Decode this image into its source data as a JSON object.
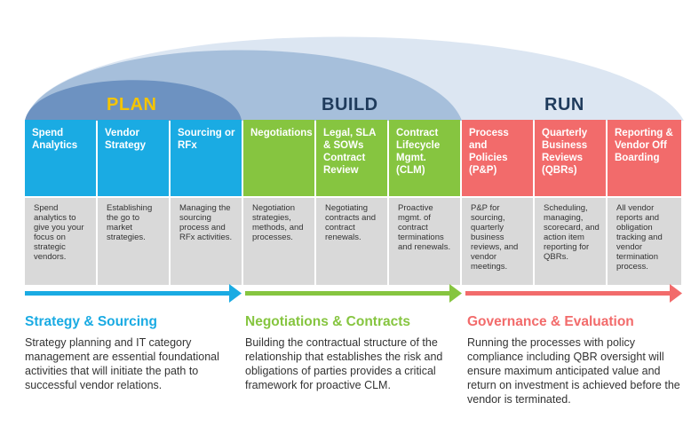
{
  "colors": {
    "blue": "#1aabe3",
    "green": "#86c540",
    "red": "#f26b6b",
    "navy": "#1f3b5c",
    "plan_yellow": "#f5c400",
    "arc_light": "#dce6f2",
    "arc_mid": "#a6bfdb",
    "arc_dark": "#6d92c1",
    "desc_gray": "#d9d9d9"
  },
  "phases": {
    "plan": "PLAN",
    "build": "BUILD",
    "run": "RUN"
  },
  "columns": [
    {
      "title": "Spend Analytics",
      "desc": "Spend analytics to give you your focus on strategic vendors."
    },
    {
      "title": "Vendor Strategy",
      "desc": "Establishing the go to market strategies."
    },
    {
      "title": "Sourcing or RFx",
      "desc": "Managing the sourcing process and RFx activities."
    },
    {
      "title": "Negotiations",
      "desc": "Negotiation strategies, methods, and processes."
    },
    {
      "title": "Legal, SLA & SOWs Contract Review",
      "desc": "Negotiating contracts and contract renewals."
    },
    {
      "title": "Contract Lifecycle Mgmt. (CLM)",
      "desc": "Proactive mgmt. of contract terminations and renewals."
    },
    {
      "title": "Process and Policies (P&P)",
      "desc": "P&P for sourcing, quarterly business reviews, and vendor meetings."
    },
    {
      "title": "Quarterly Business Reviews (QBRs)",
      "desc": "Scheduling, managing, scorecard, and action item reporting for QBRs."
    },
    {
      "title": "Reporting & Vendor Off Boarding",
      "desc": "All vendor reports and obligation tracking and vendor termination process."
    }
  ],
  "sections": [
    {
      "title": "Strategy & Sourcing",
      "text": "Strategy planning and IT category management are essential foundational activities that will initiate the path to successful vendor relations."
    },
    {
      "title": "Negotiations & Contracts",
      "text": "Building the contractual structure of the relationship that establishes the risk and obligations of parties provides a critical framework for proactive CLM."
    },
    {
      "title": "Governance & Evaluation",
      "text": "Running the processes with policy compliance including QBR oversight will ensure maximum anticipated value and return on investment is achieved before the vendor is terminated."
    }
  ]
}
